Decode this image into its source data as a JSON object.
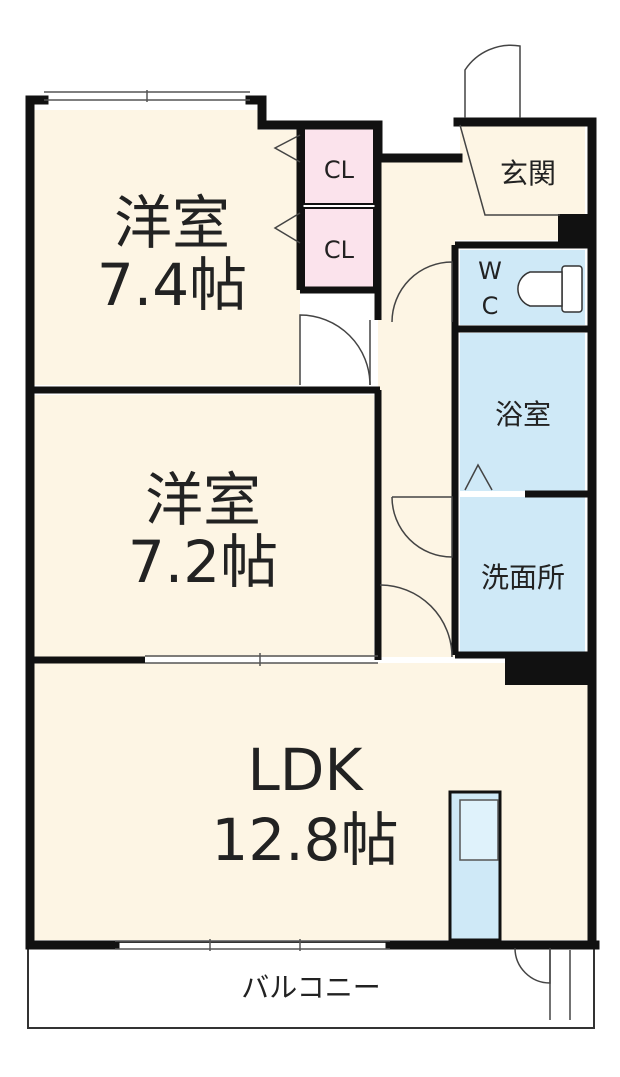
{
  "rooms": {
    "western_room_1": {
      "name": "洋室",
      "size": "7.4帖"
    },
    "western_room_2": {
      "name": "洋室",
      "size": "7.2帖"
    },
    "ldk": {
      "name": "LDK",
      "size": "12.8帖"
    },
    "closet_1": "CL",
    "closet_2": "CL",
    "entrance": "玄関",
    "wc_line1": "W",
    "wc_line2": "C",
    "bathroom": "浴室",
    "washroom": "洗面所",
    "balcony": "バルコニー"
  },
  "colors": {
    "room_floor": "#fdf5e4",
    "closet": "#fbe3ec",
    "wet_area": "#cfe9f7",
    "wall": "#111111"
  }
}
